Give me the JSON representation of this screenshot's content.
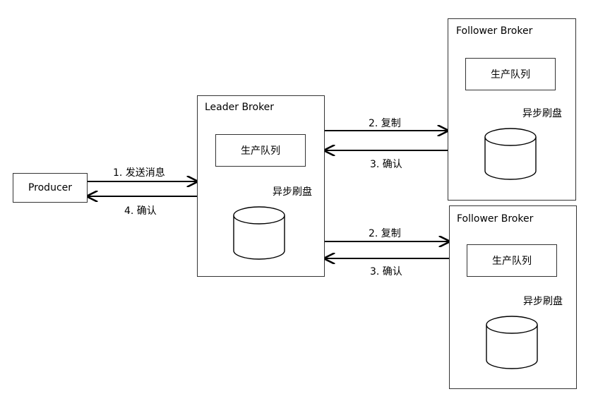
{
  "producer": {
    "label": "Producer"
  },
  "leader": {
    "title": "Leader Broker",
    "queue": "生产队列",
    "flush": "异步刷盘"
  },
  "follower_top": {
    "title": "Follower Broker",
    "queue": "生产队列",
    "flush": "异步刷盘"
  },
  "follower_bottom": {
    "title": "Follower Broker",
    "queue": "生产队列",
    "flush": "异步刷盘"
  },
  "arrows": {
    "send": "1. 发送消息",
    "ack_producer": "4. 确认",
    "replicate_top": "2. 复制",
    "ack_top": "3. 确认",
    "replicate_bottom": "2. 复制",
    "ack_bottom": "3. 确认"
  }
}
